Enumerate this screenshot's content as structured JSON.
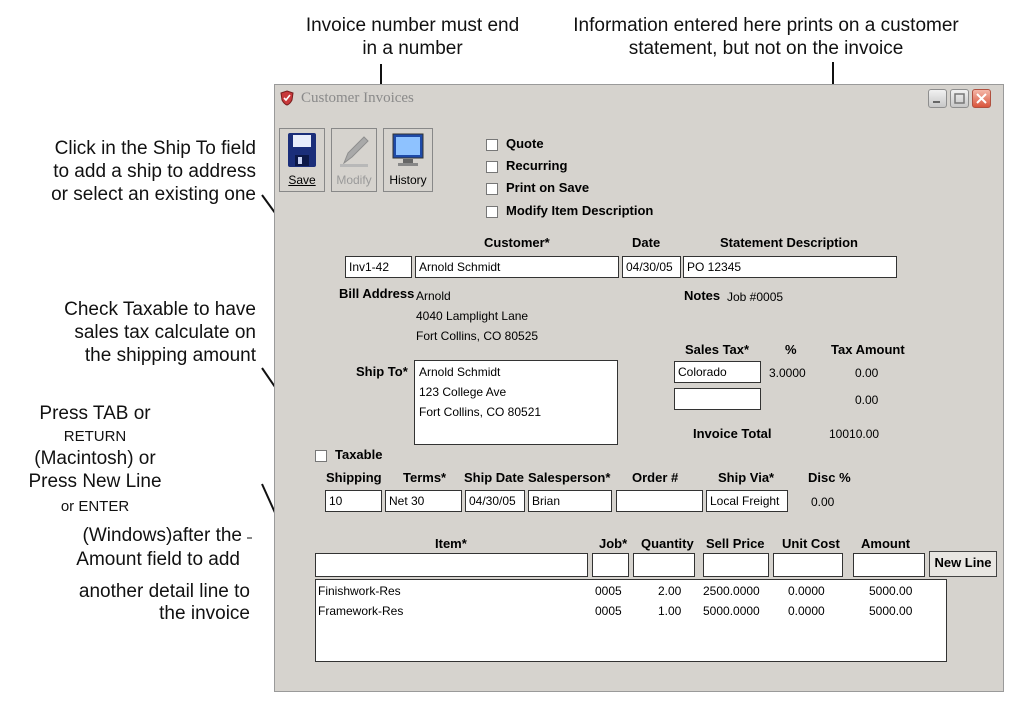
{
  "annotations": {
    "invoice_number": "Invoice number must end in a number",
    "statement_info": "Information entered here prints on a customer statement, but not on the invoice",
    "ship_to_l1": "Click in the Ship To field",
    "ship_to_l2": "to add a ship to address",
    "ship_to_l3": "or select an existing one",
    "taxable_l1": "Check Taxable to have",
    "taxable_l2": "sales tax calculate on",
    "taxable_l3": "the shipping amount",
    "newline_l1": "Press TAB or",
    "newline_l2": "RETURN",
    "newline_l3": "(Macintosh) or",
    "newline_l4": "Press New Line",
    "newline_l5": "or ENTER",
    "newline_l6": "(Windows)after the",
    "newline_l7": "Amount field to add",
    "newline_l8": "another detail line to",
    "newline_l9": "the invoice"
  },
  "window": {
    "title": "Customer Invoices",
    "accent_close": "#d9553c"
  },
  "toolbar": {
    "save": "Save",
    "modify": "Modify",
    "history": "History"
  },
  "options": {
    "quote": "Quote",
    "recurring": "Recurring",
    "print_on_save": "Print on Save",
    "modify_item_description": "Modify Item Description"
  },
  "header": {
    "customer_label": "Customer*",
    "date_label": "Date",
    "statement_label": "Statement Description",
    "invoice_no": "Inv1-42",
    "customer": "Arnold Schmidt",
    "date": "04/30/05",
    "statement": "PO 12345"
  },
  "bill": {
    "label": "Bill Address",
    "line1": "Arnold",
    "line2": "4040 Lamplight Lane",
    "line3": "Fort Collins, CO  80525"
  },
  "notes": {
    "label": "Notes",
    "value": "Job #0005"
  },
  "ship": {
    "label": "Ship To*",
    "line1": "Arnold Schmidt",
    "line2": "123 College Ave",
    "line3": "Fort Collins, CO 80521"
  },
  "tax": {
    "sales_tax_label": "Sales Tax*",
    "pct_label": "%",
    "amount_label": "Tax Amount",
    "row1_name": "Colorado",
    "row1_pct": "3.0000",
    "row1_amount": "0.00",
    "row2_amount": "0.00",
    "invoice_total_label": "Invoice Total",
    "invoice_total": "10010.00"
  },
  "taxable_label": "Taxable",
  "terms": {
    "shipping_label": "Shipping",
    "terms_label": "Terms*",
    "ship_date_label": "Ship Date",
    "salesperson_label": "Salesperson*",
    "order_label": "Order #",
    "ship_via_label": "Ship Via*",
    "disc_label": "Disc %",
    "shipping": "10",
    "terms": "Net 30",
    "ship_date": "04/30/05",
    "salesperson": "Brian",
    "order": "",
    "ship_via": "Local Freight",
    "disc": "0.00"
  },
  "items": {
    "item_label": "Item*",
    "job_label": "Job*",
    "qty_label": "Quantity",
    "price_label": "Sell Price",
    "cost_label": "Unit Cost",
    "amount_label": "Amount",
    "new_line": "New Line",
    "rows": [
      {
        "item": "Finishwork-Res",
        "job": "0005",
        "qty": "2.00",
        "price": "2500.0000",
        "cost": "0.0000",
        "amount": "5000.00"
      },
      {
        "item": "Framework-Res",
        "job": "0005",
        "qty": "1.00",
        "price": "5000.0000",
        "cost": "0.0000",
        "amount": "5000.00"
      }
    ]
  }
}
